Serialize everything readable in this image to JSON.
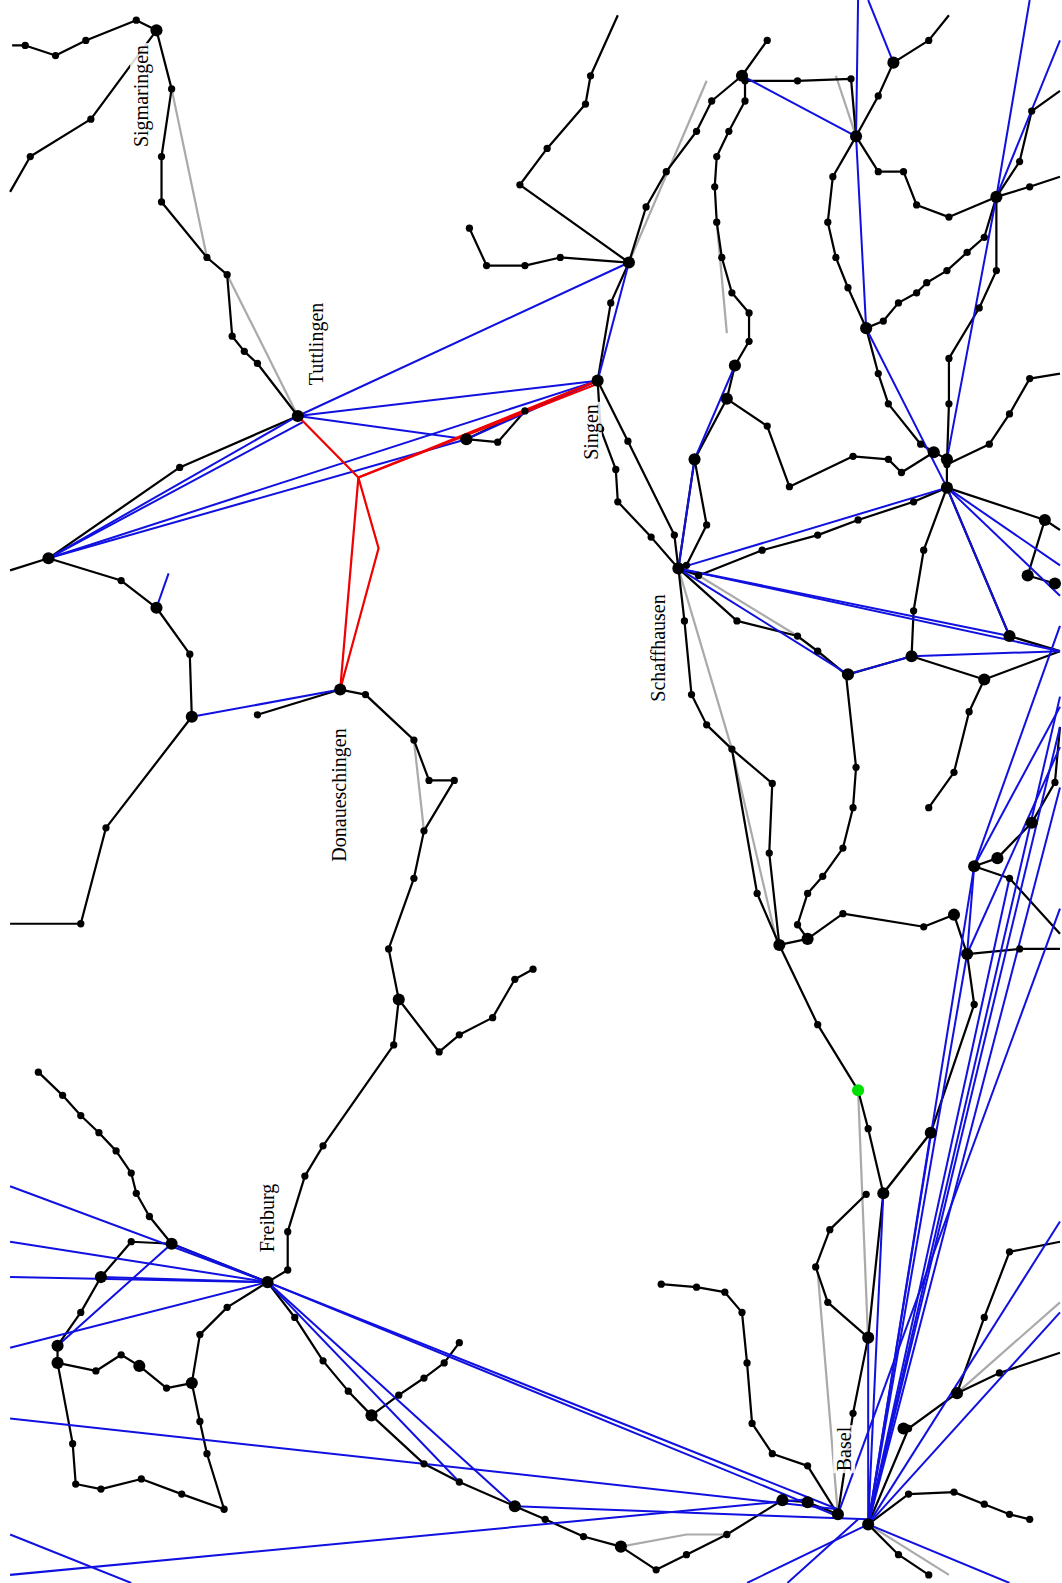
{
  "diagram": {
    "labels": [
      "Sigmaringen",
      "Tuttlingen",
      "Singen",
      "Schaffhausen",
      "Donaueschingen",
      "Freiburg",
      "Basel"
    ]
  }
}
